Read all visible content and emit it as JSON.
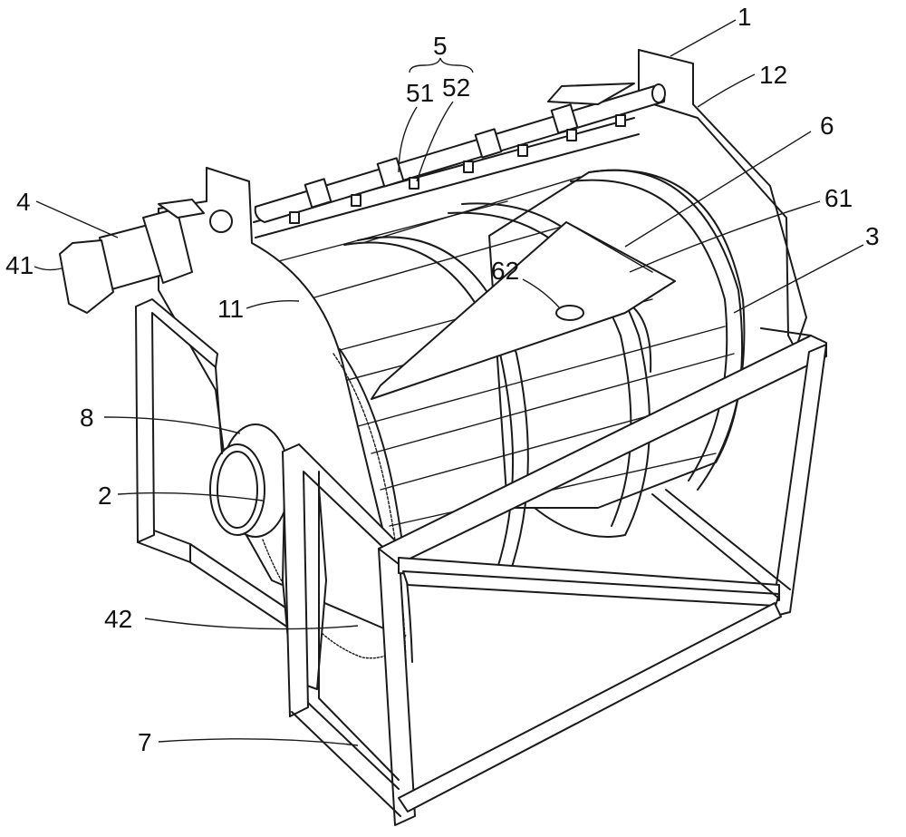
{
  "labels": {
    "l1": "1",
    "l12": "12",
    "l5": "5",
    "l51": "51",
    "l52": "52",
    "l6": "6",
    "l61": "61",
    "l3": "3",
    "l4": "4",
    "l41": "41",
    "l62": "62",
    "l11": "11",
    "l8": "8",
    "l2": "2",
    "l42": "42",
    "l7": "7"
  },
  "colors": {
    "line": "#1a1a1a",
    "background": "#ffffff"
  }
}
